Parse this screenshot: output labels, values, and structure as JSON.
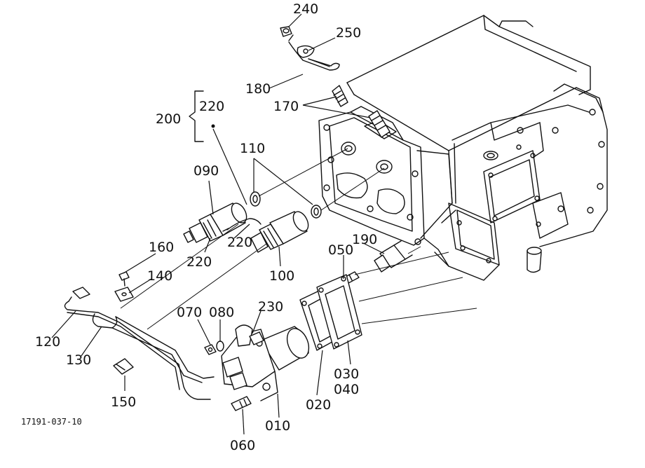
{
  "diagram": {
    "callouts": [
      {
        "id": "p240",
        "text": "240"
      },
      {
        "id": "p250",
        "text": "250"
      },
      {
        "id": "p180",
        "text": "180"
      },
      {
        "id": "p170",
        "text": "170"
      },
      {
        "id": "p220top",
        "text": "220"
      },
      {
        "id": "p200",
        "text": "200"
      },
      {
        "id": "p110",
        "text": "110"
      },
      {
        "id": "p090",
        "text": "090"
      },
      {
        "id": "p220mid",
        "text": "220"
      },
      {
        "id": "p220low",
        "text": "220"
      },
      {
        "id": "p160",
        "text": "160"
      },
      {
        "id": "p140",
        "text": "140"
      },
      {
        "id": "p100",
        "text": "100"
      },
      {
        "id": "p190",
        "text": "190"
      },
      {
        "id": "p050",
        "text": "050"
      },
      {
        "id": "p120",
        "text": "120"
      },
      {
        "id": "p130",
        "text": "130"
      },
      {
        "id": "p070",
        "text": "070"
      },
      {
        "id": "p080",
        "text": "080"
      },
      {
        "id": "p230",
        "text": "230"
      },
      {
        "id": "p030",
        "text": "030"
      },
      {
        "id": "p040",
        "text": "040"
      },
      {
        "id": "p020",
        "text": "020"
      },
      {
        "id": "p150",
        "text": "150"
      },
      {
        "id": "p010",
        "text": "010"
      },
      {
        "id": "p060",
        "text": "060"
      }
    ],
    "figure_code": "17191-037-10"
  }
}
